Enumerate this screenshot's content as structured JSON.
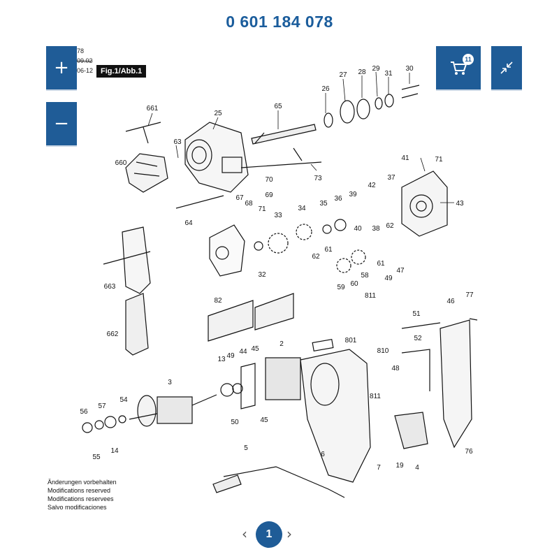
{
  "page_title": "0 601 184 078",
  "figure_label": "Fig.1/Abb.1",
  "side_marks": [
    "78",
    "09.02",
    "06-12"
  ],
  "controls": {
    "zoom_in": "+",
    "zoom_out": "−",
    "cart_badge": "11",
    "cart_icon": "cart-icon",
    "collapse_icon": "collapse-icon"
  },
  "parts": [
    {
      "label": "661"
    },
    {
      "label": "25"
    },
    {
      "label": "65"
    },
    {
      "label": "26"
    },
    {
      "label": "27"
    },
    {
      "label": "28"
    },
    {
      "label": "29"
    },
    {
      "label": "31"
    },
    {
      "label": "30"
    },
    {
      "label": "660"
    },
    {
      "label": "63"
    },
    {
      "label": "73"
    },
    {
      "label": "70"
    },
    {
      "label": "67"
    },
    {
      "label": "68"
    },
    {
      "label": "69"
    },
    {
      "label": "71"
    },
    {
      "label": "64"
    },
    {
      "label": "41"
    },
    {
      "label": "71"
    },
    {
      "label": "39"
    },
    {
      "label": "42"
    },
    {
      "label": "37"
    },
    {
      "label": "43"
    },
    {
      "label": "33"
    },
    {
      "label": "34"
    },
    {
      "label": "35"
    },
    {
      "label": "36"
    },
    {
      "label": "40"
    },
    {
      "label": "38"
    },
    {
      "label": "62"
    },
    {
      "label": "32"
    },
    {
      "label": "62"
    },
    {
      "label": "61"
    },
    {
      "label": "61"
    },
    {
      "label": "59"
    },
    {
      "label": "60"
    },
    {
      "label": "58"
    },
    {
      "label": "47"
    },
    {
      "label": "49"
    },
    {
      "label": "811"
    },
    {
      "label": "663"
    },
    {
      "label": "82"
    },
    {
      "label": "46"
    },
    {
      "label": "77"
    },
    {
      "label": "51"
    },
    {
      "label": "662"
    },
    {
      "label": "801"
    },
    {
      "label": "810"
    },
    {
      "label": "52"
    },
    {
      "label": "2"
    },
    {
      "label": "45"
    },
    {
      "label": "44"
    },
    {
      "label": "49"
    },
    {
      "label": "13"
    },
    {
      "label": "48"
    },
    {
      "label": "3"
    },
    {
      "label": "811"
    },
    {
      "label": "50"
    },
    {
      "label": "45"
    },
    {
      "label": "56"
    },
    {
      "label": "57"
    },
    {
      "label": "54"
    },
    {
      "label": "55"
    },
    {
      "label": "14"
    },
    {
      "label": "5"
    },
    {
      "label": "6"
    },
    {
      "label": "7"
    },
    {
      "label": "19"
    },
    {
      "label": "4"
    },
    {
      "label": "76"
    }
  ],
  "notes": [
    "Änderungen vorbehalten",
    "Modifications reserved",
    "Modifications reservees",
    "Salvo modificaciones"
  ],
  "pager": {
    "current": "1",
    "prev_icon": "chevron-left-icon",
    "next_icon": "chevron-right-icon"
  }
}
